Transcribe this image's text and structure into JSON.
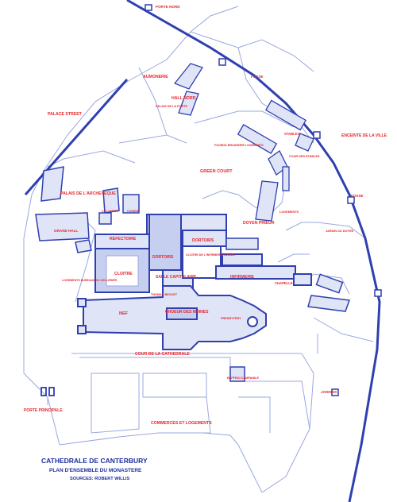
{
  "map": {
    "title": "CATHEDRALE DE CANTERBURY",
    "subtitle": "PLAN D'ENSEMBLE DU MONASTERE",
    "source": "SOURCES: ROBERT WILLIS",
    "colors": {
      "wall": "#2f3fb0",
      "line": "#9aa8e0",
      "fill": "#dfe4f7",
      "label": "#e8252b",
      "title": "#1f2f9e"
    },
    "labels": {
      "porte_nord": "PORTE NORD",
      "aumonerie": "AUMONERIE",
      "fosse_top": "FOSSE",
      "hall_nord": "HALL NORD",
      "palace_street": "PALACE STREET",
      "small_near_hall": "PALAIS DE LA PORTE",
      "stables": "STABLES",
      "enceinte": "ENCEINTE DE LA VILLE",
      "green_court": "GREEN COURT",
      "fournil": "FOURNIL BRASSERIE LOGEMENTS",
      "cour_etables": "COUR DES ETABLES",
      "fosse_right": "FOSSE",
      "palais_archeveque": "PALAIS DE L'ARCHEVEQUE",
      "grand_hall": "GRAND HALL",
      "cuisine": "CUISINE",
      "cellerier": "CELLERIER",
      "logements": "LOGEMENTS",
      "doyen_prieur": "DOYEN PRIEUR",
      "jardin_doyen": "JARDIN DU DOYEN",
      "refectoire": "REFECTOIRE",
      "dortoirs_top": "DORTOIRS",
      "cloitre_infirmerie": "CLOITRE DE L'INFIRMERIE LAVABO",
      "dortoirs_mid": "DORTOIRS",
      "cloitre": "CLOITRE",
      "salle_capitulaire": "SALLE CAPITULAIRE",
      "infirmerie": "INFIRMERIE",
      "chapelle": "CHAPELLE",
      "logements_bureaux": "LOGEMENTS BUREAUX DU CELLERIER",
      "thomas_becket": "THOMAS BECKET",
      "nef": "NEF",
      "choeur": "CHOEUR DES MOINES",
      "presbytery": "PRESBYTERY",
      "cour_cathedrale": "COUR DE LA CATHEDRALE",
      "beffroi": "BEFFROI CAMPANILE",
      "jardins": "JARDINS",
      "porte_principale": "PORTE PRINCIPALE",
      "commerces": "COMMERCES ET LOGEMENTS"
    }
  }
}
